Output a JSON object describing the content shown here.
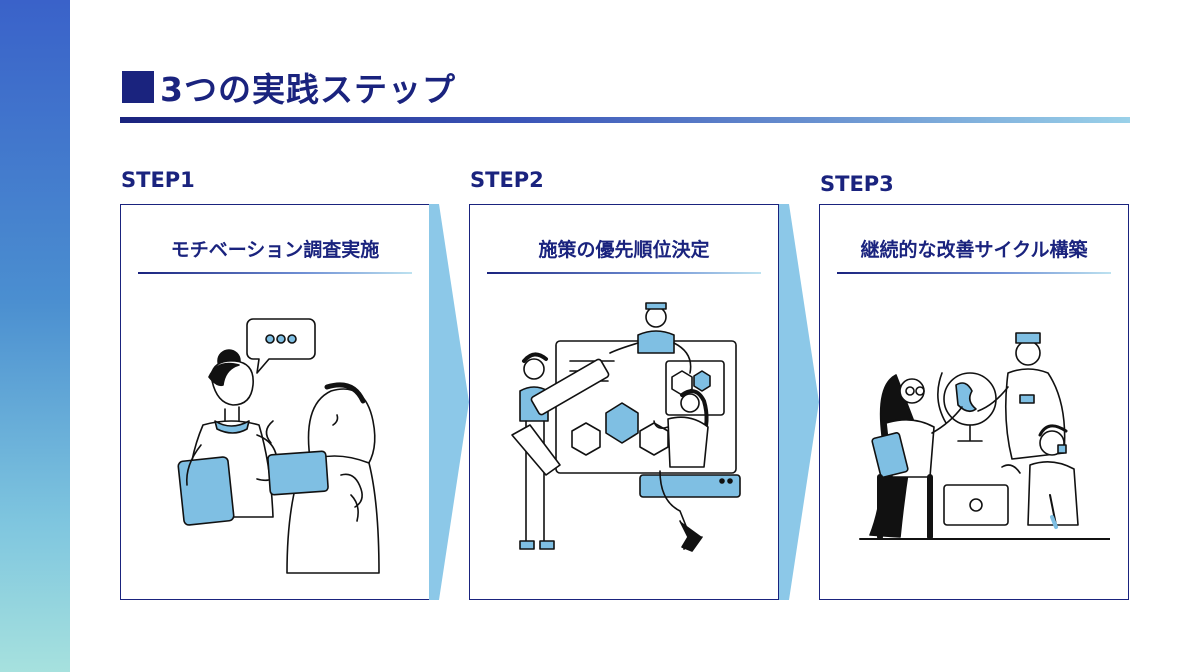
{
  "title": "3つの実践ステップ",
  "steps": [
    {
      "label": "STEP1",
      "heading": "モチベーション調査実施",
      "illustration": "two-women-conversation"
    },
    {
      "label": "STEP2",
      "heading": "施策の優先順位決定",
      "illustration": "team-building-board"
    },
    {
      "label": "STEP3",
      "heading": "継続的な改善サイクル構築",
      "illustration": "team-with-globe"
    }
  ],
  "colors": {
    "navy": "#1a237e",
    "accent_blue": "#7fbfe3",
    "arrow_blue": "#8cc8e8"
  }
}
